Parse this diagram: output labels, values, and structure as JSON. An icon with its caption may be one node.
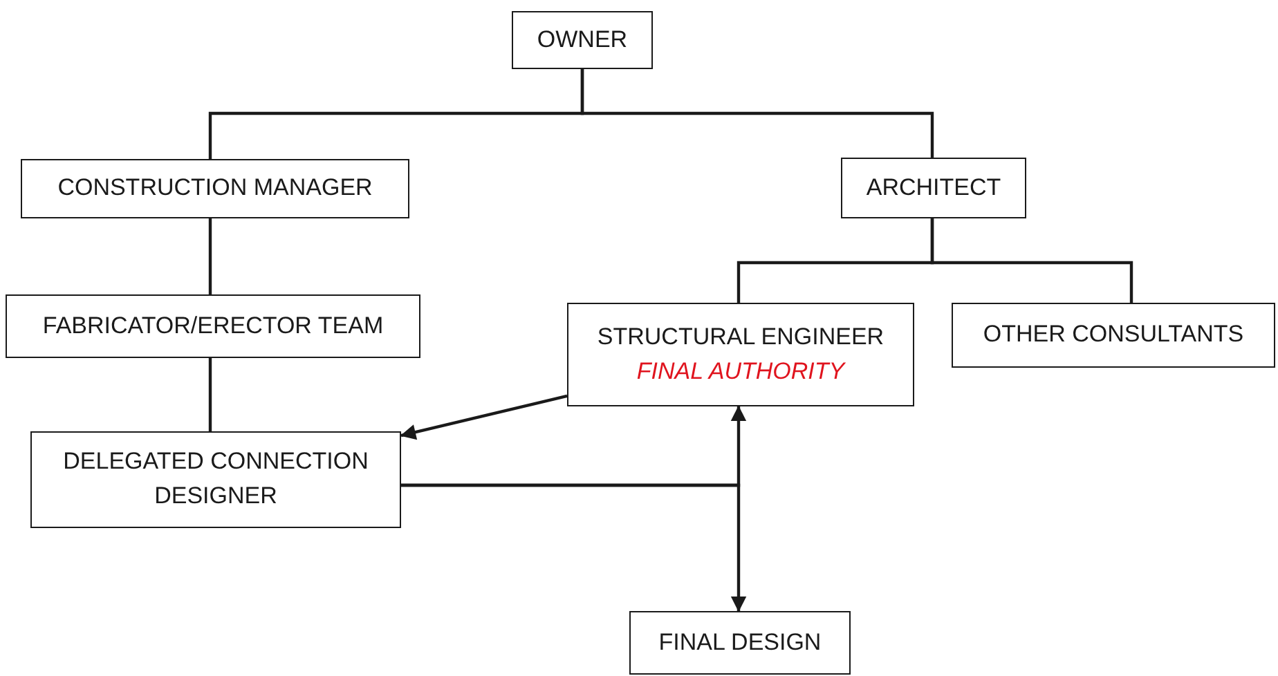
{
  "diagram": {
    "nodes": [
      {
        "text": [
          "OWNER"
        ]
      },
      {
        "text": [
          "CONSTRUCTION MANAGER"
        ]
      },
      {
        "text": [
          "ARCHITECT"
        ]
      },
      {
        "text": [
          "FABRICATOR/ERECTOR TEAM"
        ]
      },
      {
        "text": [
          "STRUCTURAL ENGINEER",
          "FINAL AUTHORITY"
        ]
      },
      {
        "text": [
          "OTHER CONSULTANTS"
        ]
      },
      {
        "text": [
          "DELEGATED CONNECTION DESIGNER"
        ]
      },
      {
        "text": [
          "FINAL DESIGN"
        ]
      }
    ],
    "edges": [
      {
        "from": 0,
        "to": 1,
        "arrow": "none"
      },
      {
        "from": 0,
        "to": 2,
        "arrow": "none"
      },
      {
        "from": 1,
        "to": 3,
        "arrow": "none"
      },
      {
        "from": 3,
        "to": 6,
        "arrow": "none"
      },
      {
        "from": 2,
        "to": 4,
        "arrow": "none"
      },
      {
        "from": 2,
        "to": 5,
        "arrow": "none"
      },
      {
        "from": 4,
        "to": 6,
        "arrow": "to"
      },
      {
        "from": 6,
        "to": 4,
        "arrow": "to"
      },
      {
        "from": 6,
        "to": 7,
        "arrow": "to"
      }
    ]
  }
}
